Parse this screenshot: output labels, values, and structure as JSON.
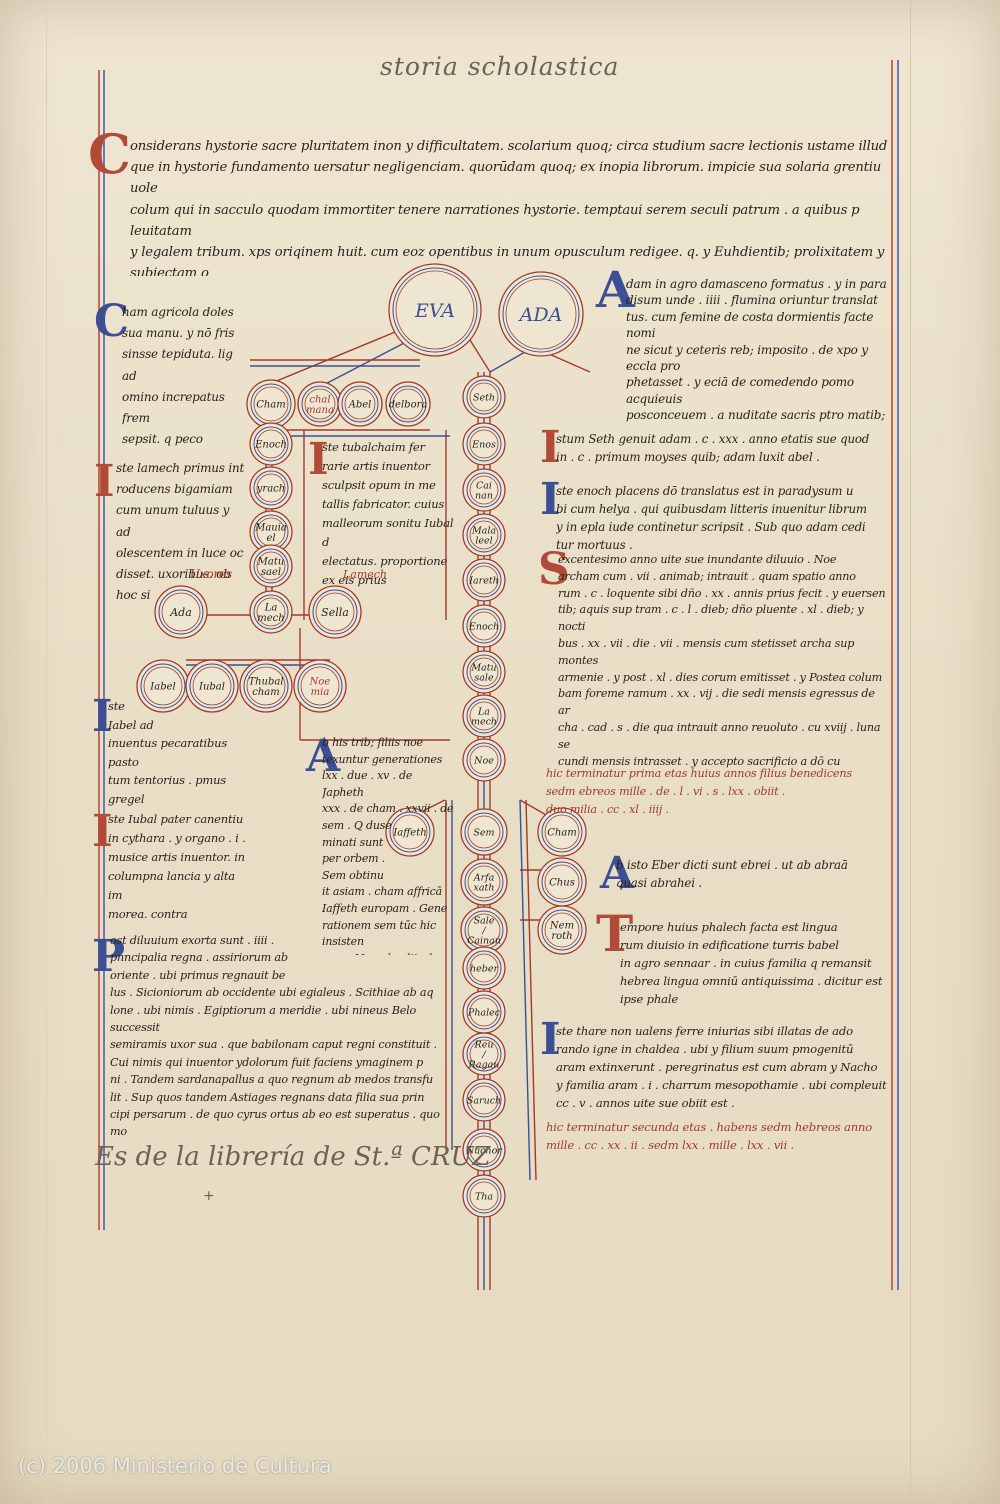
{
  "running_head": "storia scholastica",
  "intro": {
    "initial": "C",
    "text": "onsiderans hystorie sacre pluritatem inon y difficultatem. scolarium quoq; circa studium sacre lectionis ustame illud\nque in hystorie fundamento uersatur negligenciam. quorūdam quoq; ex inopia librorum. impicie sua solaria grentiu uole\ncolum qui in sacculo quodam immortiter tenere narrationes hystorie. temptaui serem seculi patrum . a quibus p leuitatam\ny legalem tribum. xps oriqinem huit. cum eoz opentibus in unum opusculum redigee. q. y Euhdientib; prolixitatem y subiectam o\ncultu formam. Animi sit oblectatio. y studiosi facile possint p oculis habita memorie comendari. y omib; legentib; utilitas conferri.\nIn quo quidem non facilem laborem imo negocium plenum uigiliarum assumpsi cum breuitati secundum datam formam ita studui\nut nichil de ueritate hystorie detruncarem . sed ab adam incipiens . per patriarchas . iudices . reges . prophetas . sacerdotes eis contē\nporaneos usq; ad xpm finem mei ordinem posui ."
  },
  "col_left": {
    "chaim": {
      "initial": "C",
      "text": "ham agricola doles\nsua manu. y nō fris\nsinsse tepiduta. lig ad\nomino increpatus frem\nsepsit. q peco infecit.\nPostea uagus y instabilis\nsup tram factus. postqm\na dño est maledict ."
    },
    "lamech": {
      "initial": "I",
      "text": "ste lamech primus int\nroducens bigamiam\ncum unum tuluus y ad\nolescentem in luce oc\ndisset. uxoribus. ob hoc si\nbi peniam in septuplum\ndeberi predixit .",
      "red_tail": "Uxores"
    },
    "iabel": {
      "initial": "I",
      "text": "ste\nIabel ad\ninuentus pecaratibus pasto\ntum tentorius . pmus gregel\nsedm qualitatem genus e\ntatem distinxit ."
    },
    "iubal": {
      "initial": "I",
      "text": "ste Iubal pater canentiu\nin cythara . y organo . i .\nmusice artis inuentor. in\ncolumpna lancia y alta im\nmorea. contra incendium\ny diluuium sculpsit ."
    },
    "post": {
      "initial": "P",
      "text": "ost diluuium exorta sunt . iiii .\npnncipalia regna . assiriorum ab\noriente . ubi primus regnauit be\nlus . Sicioniorum ab occidente ubi egialeus . Scithiae ab aq\nlone . ubi nimis . Egiptiorum a meridie . ubi nineus Belo successit\nsemiramis uxor sua . que babilonam caput regni constituit .\nCui nimis qui inuentor ydolorum fuit faciens ymaginem p\nni . Tandem sardanapallus a quo regnum ab medos transfu\nlit . Sup quos tandem Astiages regnans data filia sua prin\ncipi persarum . de quo cyrus ortus ab eo est superatus . quo mo\ntuo regno ad psas translato . darius filius astiagis cum eodem\ncyro coregnauit ."
    }
  },
  "col_mid": {
    "tubal": {
      "initial": "I",
      "text": "ste tubalchaim fer\nrarie artis inuentor\nsculpsit opum in me\ntallis fabricator. cuius\nmalleorum sonitu Iubal d\nelectatus. proportione\nex eis prius\nprendit ."
    },
    "abhis": {
      "initial": "A",
      "text": "b his trib; filiis noe\ntexuntur generationes\nlxx . due . xv . de Japheth\nxxx . de cham . xxvii . de\nsem . Q duse\nminati sunt\nper orbem .\nSem obtinu\nit asiam . cham affricā\nIaffeth europam . Gene\nrationem sem tūc hic insisten\nmus . Nam de alijs duo\nbus fuerunt gentiles ."
    }
  },
  "col_right": {
    "adam": {
      "initial": "A",
      "text": "dam in agro damasceno formatus . y in para\ndisum unde . iiii . flumina oriuntur translat\ntus. cum femine de costa dormientis facte nomi\nne sicut y ceteris reb; imposito . de xpo y eccla pro\nphetasset . y eciā de comedendo pomo acquieuis\nposconceuem . a nuditate sacris ptro matib; . ado\nmino de paradyso collocatus cherubin y flammeo gladio\npost increpationem abiectus . de terra maledicta i sudore\nuultus panem acquirit ."
    },
    "seth": {
      "initial": "I",
      "text": "stum Seth genuit adam . c . xxx . anno etatis sue quod\nin . c . primum moyses quib; adam luxit abel ."
    },
    "enoch": {
      "initial": "I",
      "text": "ste enoch placens dō translatus est in paradysum u\nbi cum helya . qui quibusdam litteris inuenitur librum\ny in epla iude continetur scripsit . Sub quo adam cedi\ntur mortuus ."
    },
    "noe": {
      "initial": "S",
      "text": "excentesimo anno uite sue inundante diluuio . Noe\narcham cum . vii . animab; intrauit . quam spatio anno\nrum . c . loquente sibi dño . xx . annis prius fecit . y euersen\ntib; aquis sup tram . c . l . dieb; dño pluente . xl . dieb; y nocti\nbus . xx . vii . die . vii . mensis cum stetisset archa sup montes\narmenie . y post . xl . dies corum emitisset . y Postea colum\nbam foreme ramum . xx . vij . die sedi mensis egressus de ar\ncha . cad . s . die qua intrauit anno reuoluto . cu xviij . luna se\ncundi mensis intrasset . y accepto sacrificio a dō cu concessio\nnem carnis comedende sine sanguine suscepisset . y i signū\ndiluuij preteriti non futuri . incendiug . uentum yris posita\nfuisset . uno q . pluri exoluerat inebriatus i a cham irrisus\nhunc maledicens i relige"
    },
    "end1_red": "hic terminatur prima etas huius annos filius benedicens\nsedm ebreos mille . de . l . vi . s . lxx . obiit .\nduo milia . cc . xl . iiij .",
    "eber": {
      "initial": "A",
      "text": "b isto Eber dicti sunt ebrei . ut ab abraā\nquasi abrahei ."
    },
    "phalech": {
      "initial": "T",
      "text": "empore huius phalech facta est lingua\nrum diuisio in edificatione turris babel\nin agro sennaar . in cuius familia q remansit\nhebrea lingua omniū antiquissima . dicitur est ipse phale\nch . i . ab alijs diuisus ."
    },
    "thare": {
      "initial": "I",
      "text": "ste thare non ualens ferre iniurias sibi illatas de ado\nrando igne in chaldea . ubi y filium suum pmogenitū\naram extinxerunt . peregrinatus est cum abram y Nacho\ny familia aram . i . charrum mesopothamie . ubi compleuit\ncc . v . annos uite sue obiit est ."
    },
    "end2_red": "hic terminatur secunda etas . habens sedm hebreos anno\nmille . cc . xx . ii . sedm lxx . mille . lxx . vii ."
  },
  "tree": {
    "eva": "EVA",
    "ada": "ADA",
    "cain_line": [
      "Cham",
      "Enoch",
      "yrach",
      "Mauia el",
      "Matu sael",
      "La mech"
    ],
    "cain_side": [
      "chal mana",
      "Abel",
      "delbora"
    ],
    "lamech_red_label": "Lamech",
    "lamech_wives": [
      "Ada",
      "Sella"
    ],
    "lamech_children": [
      "Iabel",
      "Iubal",
      "Thubal cham",
      "Noe mia"
    ],
    "seth_line": [
      "Seth",
      "Enos",
      "Cai nan",
      "Mala leel",
      "Iareth",
      "Enoch",
      "Matu sale",
      "La mech",
      "Noe",
      "Sem",
      "Arfa xath",
      "Sale / Cainan",
      "heber",
      "Phalec",
      "Reu / Ragau",
      "Saruch",
      "Nachor",
      "Tha"
    ],
    "noe_sons": [
      "Iaffeth",
      "Cham"
    ],
    "cham_line": [
      "Cham",
      "Chus",
      "Nem roth"
    ]
  },
  "footer_note": "Es de la librería de St.ª CRUZ",
  "watermark": "(c) 2006 Ministerio de Cultura",
  "colors": {
    "ink": "#2a221c",
    "red": "#a23a2c",
    "blue": "#3d4f94",
    "parchment": "#ece3cd"
  }
}
